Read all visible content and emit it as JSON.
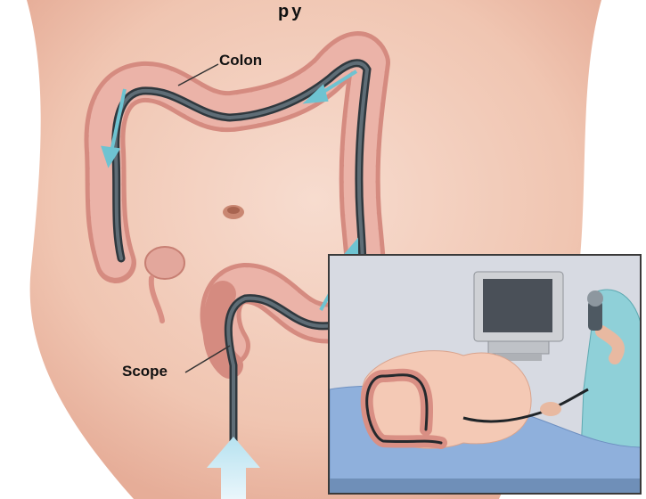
{
  "title_fragment": "py",
  "labels": {
    "colon": "Colon",
    "scope": "Scope"
  },
  "colors": {
    "skin": "#f2c9b6",
    "colon": "#e9a9a0",
    "scope": "#3f4a52",
    "arrow": "#7fc9d6",
    "inset_border": "#3a3a3a"
  }
}
